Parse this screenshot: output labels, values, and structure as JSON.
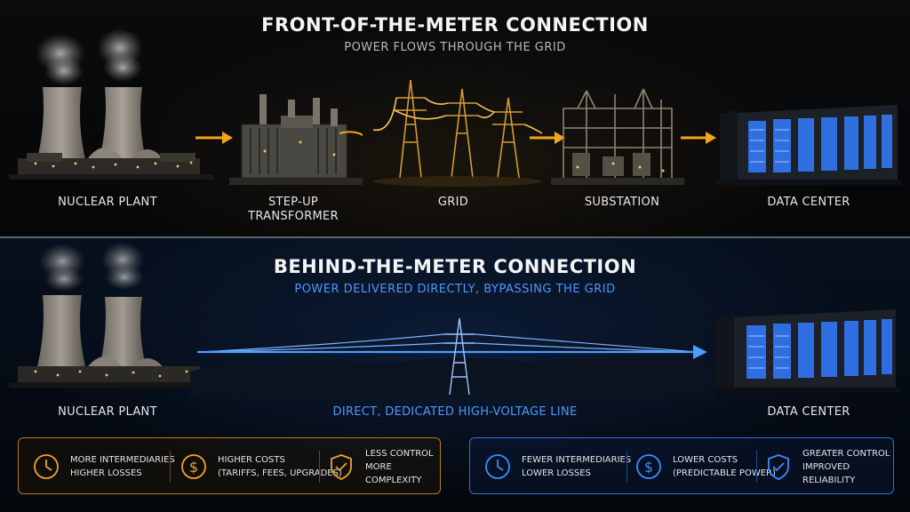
{
  "front": {
    "title": "FRONT-OF-THE-METER CONNECTION",
    "subtitle": "POWER FLOWS THROUGH THE GRID",
    "stages": {
      "nuclear": "NUCLEAR PLANT",
      "transformer_line1": "STEP-UP",
      "transformer_line2": "TRANSFORMER",
      "grid": "GRID",
      "substation": "SUBSTATION",
      "datacenter": "DATA CENTER"
    },
    "accent": "#f2a51e"
  },
  "behind": {
    "title": "BEHIND-THE-METER CONNECTION",
    "subtitle": "POWER DELIVERED DIRECTLY, BYPASSING THE GRID",
    "stages": {
      "nuclear": "NUCLEAR PLANT",
      "line": "DIRECT, DEDICATED HIGH-VOLTAGE LINE",
      "datacenter": "DATA CENTER"
    },
    "accent": "#3d8bff"
  },
  "front_panel": {
    "items": [
      {
        "icon": "clock-icon",
        "line1": "MORE INTERMEDIARIES",
        "line2": "HIGHER LOSSES"
      },
      {
        "icon": "dollar-icon",
        "line1": "HIGHER COSTS",
        "line2": "(TARIFFS, FEES, UPGRADES)"
      },
      {
        "icon": "shield-check-icon",
        "line1": "LESS CONTROL",
        "line2": "MORE COMPLEXITY"
      }
    ]
  },
  "behind_panel": {
    "items": [
      {
        "icon": "clock-icon",
        "line1": "FEWER INTERMEDIARIES",
        "line2": "LOWER LOSSES"
      },
      {
        "icon": "dollar-icon",
        "line1": "LOWER COSTS",
        "line2": "(PREDICTABLE POWER)"
      },
      {
        "icon": "shield-check-icon",
        "line1": "GREATER CONTROL",
        "line2": "IMPROVED RELIABILITY"
      }
    ]
  }
}
